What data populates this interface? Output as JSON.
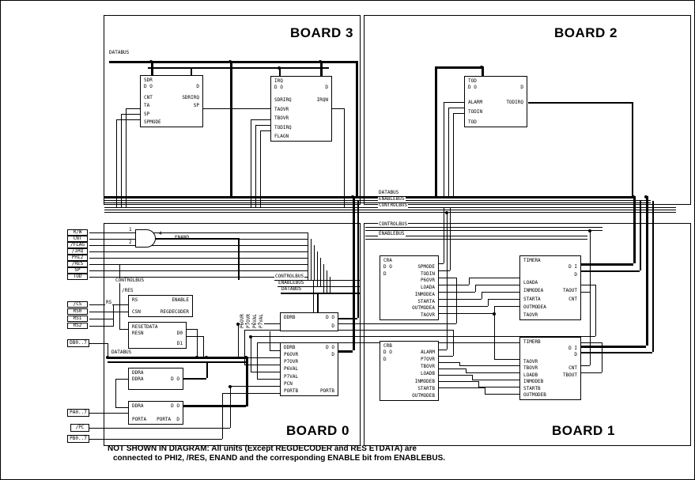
{
  "boards": {
    "b3": "BOARD 3",
    "b2": "BOARD 2",
    "b0": "BOARD 0",
    "b1": "BOARD 1"
  },
  "labels": {
    "databus_b3": "DATABUS",
    "band_databus": "DATABUS",
    "band_enablebus": "ENABLEBUS",
    "band_controlbus": "CONTROLBUS",
    "b1_controlbus": "CONTROLBUS",
    "b1_enablebus": "ENABLEBUS",
    "b0_controlbus": "CONTROLBUS",
    "b0_res": "/RES",
    "b0_rs": "RS",
    "b0_databus": "DATABUS",
    "mid_controlbus": "CONTROLBUS",
    "mid_enablebus": "ENABLEBUS",
    "mid_databus": "DATABUS",
    "enand": "ENAND",
    "gate_in1": "1",
    "gate_in2": "2",
    "gate_out": "4",
    "vlabels": [
      "P6OVR",
      "P7OVR",
      "P6VAL",
      "P7VAL"
    ]
  },
  "pins": {
    "top": [
      "R/W",
      "CNT",
      "/FLAG",
      "/IRQ",
      "PHI2",
      "/RES",
      "SP",
      "TOD"
    ],
    "mid": [
      "/CS",
      "RS0",
      "RS1",
      "RS2"
    ],
    "db": "DB0..7",
    "pa": "PA0..7",
    "pc": "/PC",
    "pb": "PB0..7"
  },
  "blocks": {
    "sdr": {
      "header": "SDR",
      "rows": [
        [
          "D O",
          "D"
        ],
        [
          "",
          ""
        ],
        [
          "CNT",
          "SDRIRQ"
        ],
        [
          "TA",
          "SP"
        ],
        [
          "SP",
          ""
        ],
        [
          "SPMODE",
          ""
        ]
      ]
    },
    "irq": {
      "header": "IRQ",
      "rows": [
        [
          "D O",
          "D"
        ],
        [
          "",
          ""
        ],
        [
          "SDRIRQ",
          "IRQN"
        ],
        [
          "TAOVR",
          ""
        ],
        [
          "TBOVR",
          ""
        ],
        [
          "TODIRQ",
          ""
        ],
        [
          "FLAGN",
          ""
        ]
      ]
    },
    "tod": {
      "header": "TOD",
      "rows": [
        [
          "D O",
          "D"
        ],
        [
          "",
          ""
        ],
        [
          "ALARM",
          "TODIRQ"
        ],
        [
          "TODIN",
          ""
        ],
        [
          "TOD",
          ""
        ]
      ]
    },
    "regdecoder": {
      "header": "",
      "rows": [
        [
          "RS",
          "ENABLE"
        ],
        [
          "CSN",
          "REGDECODER"
        ]
      ]
    },
    "resetdata": {
      "header": "RESETDATA",
      "rows": [
        [
          "RESN",
          "D0"
        ],
        [
          "",
          "D1"
        ]
      ]
    },
    "ddra": {
      "header": "DDRA",
      "rows": [
        [
          "DDRA",
          "D O"
        ]
      ]
    },
    "porta": {
      "header": "",
      "rows": [
        [
          "DDRA",
          "D O"
        ],
        [
          "PORTA",
          "PORTA  D"
        ]
      ]
    },
    "ddrb": {
      "header": "",
      "rows": [
        [
          "DDRB",
          "D O"
        ],
        [
          "",
          "D"
        ]
      ]
    },
    "portb": {
      "header": "",
      "rows": [
        [
          "DDRB",
          "D O"
        ],
        [
          "P6OVR",
          "D"
        ],
        [
          "P7OVR",
          ""
        ],
        [
          "P6VAL",
          ""
        ],
        [
          "P7VAL",
          ""
        ],
        [
          "PCN",
          ""
        ],
        [
          "PORTB",
          "PORTB"
        ]
      ]
    },
    "cra": {
      "header": "CRA",
      "rows": [
        [
          "D O",
          "SPMODE"
        ],
        [
          "D",
          "TODIN"
        ],
        [
          "",
          "P6OVR"
        ],
        [
          "",
          "LOADA"
        ],
        [
          "",
          "INMODEA"
        ],
        [
          "",
          "STARTA"
        ],
        [
          "",
          "OUTMODEA"
        ],
        [
          "",
          "TAOVR"
        ]
      ]
    },
    "timera": {
      "header": "TIMERA",
      "rows": [
        [
          "",
          "D I"
        ],
        [
          "",
          "D"
        ],
        [
          "LOADA",
          ""
        ],
        [
          "INMODEA",
          "TAOUT"
        ],
        [
          "STARTA",
          "CNT"
        ],
        [
          "OUTMODEA",
          ""
        ],
        [
          "TAOVR",
          ""
        ]
      ]
    },
    "crb": {
      "header": "CRB",
      "rows": [
        [
          "D O",
          "ALARM"
        ],
        [
          "D",
          "P7OVR"
        ],
        [
          "",
          "TBOVR"
        ],
        [
          "",
          "LOADB"
        ],
        [
          "",
          "INMODEB"
        ],
        [
          "",
          "STARTB"
        ],
        [
          "",
          "OUTMODEB"
        ]
      ]
    },
    "timerb": {
      "header": "TIMERB",
      "rows": [
        [
          "",
          "D I"
        ],
        [
          "",
          "D"
        ],
        [
          "TAOVR",
          ""
        ],
        [
          "TBOVR",
          "CNT"
        ],
        [
          "LOADB",
          "TBOUT"
        ],
        [
          "INMODEB",
          ""
        ],
        [
          "STARTB",
          ""
        ],
        [
          "OUTMODEB",
          ""
        ]
      ]
    }
  },
  "note": {
    "line1": "NOT SHOWN IN DIAGRAM: All units (Except REGDECODER and RES ETDATA) are",
    "line2": "connected to PHI2, /RES, ENAND and the corresponding ENABLE bit from ENABLEBUS."
  }
}
